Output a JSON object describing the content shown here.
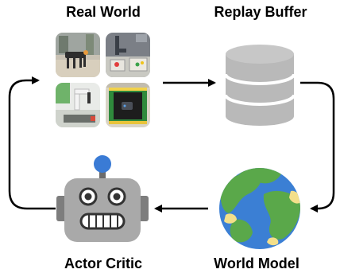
{
  "diagram": {
    "nodes": {
      "real_world": {
        "label": "Real World"
      },
      "replay_buffer": {
        "label": "Replay Buffer"
      },
      "world_model": {
        "label": "World Model"
      },
      "actor_critic": {
        "label": "Actor Critic"
      }
    },
    "edges": [
      {
        "from": "real_world",
        "to": "replay_buffer"
      },
      {
        "from": "replay_buffer",
        "to": "world_model"
      },
      {
        "from": "world_model",
        "to": "actor_critic"
      },
      {
        "from": "actor_critic",
        "to": "real_world"
      }
    ],
    "icons": {
      "database": "database-icon",
      "globe": "globe-icon",
      "robot": "robot-icon"
    },
    "colors": {
      "database": "#b9b9b9",
      "ocean": "#3b7fd4",
      "land": "#5aa84a",
      "sand": "#f3df8a",
      "robot_body": "#a9a9a9",
      "robot_antenna": "#3a7bd5",
      "arrow": "#000000"
    }
  }
}
